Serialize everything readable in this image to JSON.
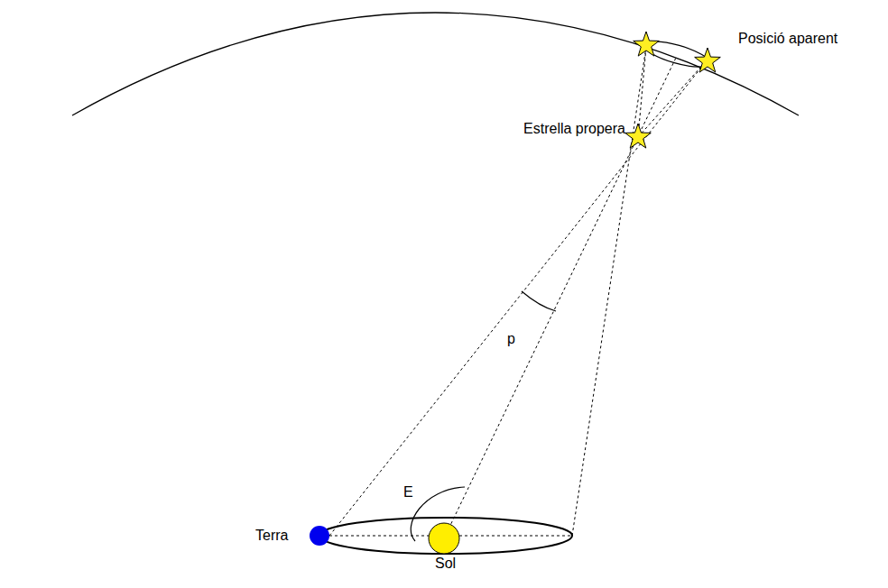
{
  "diagram": {
    "labels": [
      "Posició aparent",
      "Estrella propera",
      "p",
      "E",
      "Terra",
      "Sol"
    ]
  }
}
